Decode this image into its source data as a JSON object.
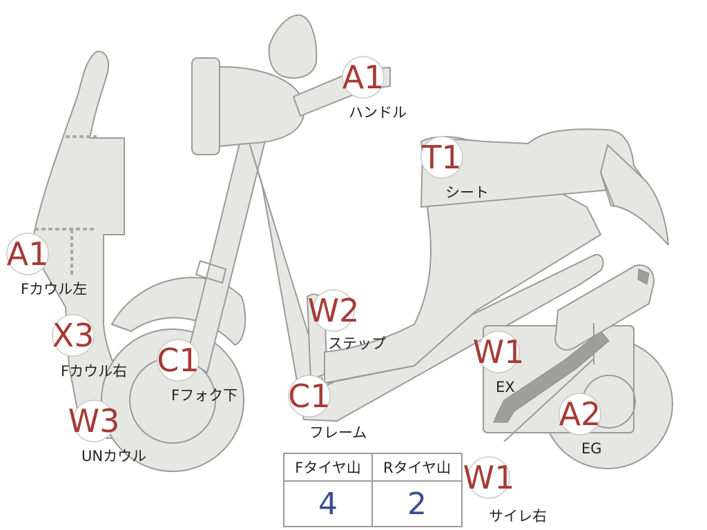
{
  "markers": [
    {
      "id": "handle",
      "code": "A1",
      "label": "ハンドル"
    },
    {
      "id": "seat",
      "code": "T1",
      "label": "シート"
    },
    {
      "id": "fcowl-left",
      "code": "A1",
      "label": "Fカウル左"
    },
    {
      "id": "fcowl-right",
      "code": "X3",
      "label": "Fカウル右"
    },
    {
      "id": "ffork-lower",
      "code": "C1",
      "label": "Fフォク下"
    },
    {
      "id": "step",
      "code": "W2",
      "label": "ステップ"
    },
    {
      "id": "under-cowl",
      "code": "W3",
      "label": "UNカウル"
    },
    {
      "id": "frame",
      "code": "C1",
      "label": "フレーム"
    },
    {
      "id": "exhaust",
      "code": "W1",
      "label": "EX"
    },
    {
      "id": "engine",
      "code": "A2",
      "label": "EG"
    },
    {
      "id": "silencer-right",
      "code": "W1",
      "label": "サイレ右"
    }
  ],
  "tire_table": {
    "headers": [
      "Fタイヤ山",
      "Rタイヤ山"
    ],
    "values": [
      "4",
      "2"
    ]
  },
  "colors": {
    "body_fill": "#e6e6e3",
    "outline": "#9a9a98",
    "code_text": "#a63a36",
    "value_text": "#3a4f8c"
  }
}
